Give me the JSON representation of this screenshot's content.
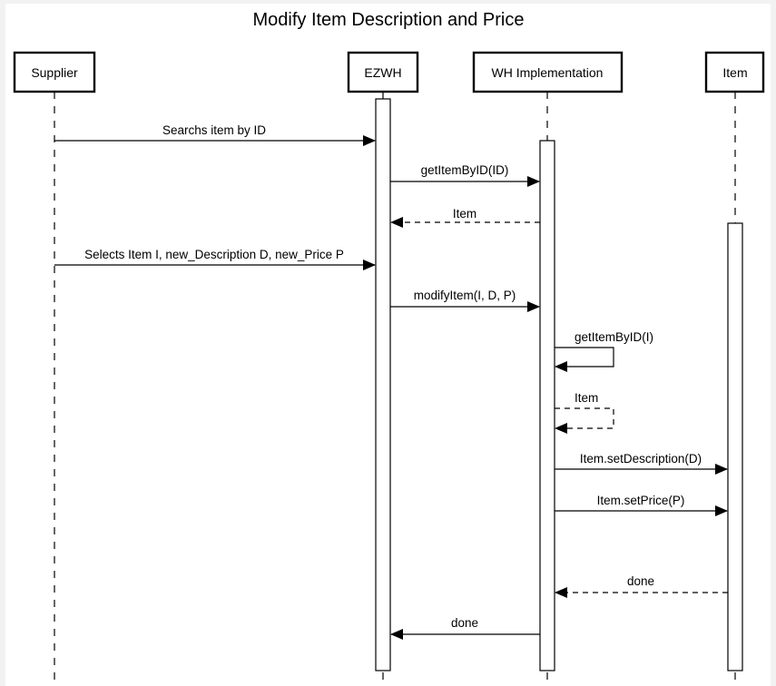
{
  "diagram": {
    "title": "Modify Item Description and Price",
    "participants": [
      {
        "id": "supplier",
        "label": "Supplier"
      },
      {
        "id": "ezwh",
        "label": "EZWH"
      },
      {
        "id": "whimpl",
        "label": "WH Implementation"
      },
      {
        "id": "item",
        "label": "Item"
      }
    ],
    "messages": [
      {
        "id": "m1",
        "label": "Searchs item by ID",
        "style": "solid"
      },
      {
        "id": "m2",
        "label": "getItemByID(ID)",
        "style": "solid"
      },
      {
        "id": "m3",
        "label": "Item",
        "style": "dashed"
      },
      {
        "id": "m4",
        "label": "Selects Item I, new_Description D, new_Price P",
        "style": "solid"
      },
      {
        "id": "m5",
        "label": "modifyItem(I, D, P)",
        "style": "solid"
      },
      {
        "id": "m6",
        "label": "getItemByID(I)",
        "style": "solid"
      },
      {
        "id": "m7",
        "label": "Item",
        "style": "dashed"
      },
      {
        "id": "m8",
        "label": "Item.setDescription(D)",
        "style": "solid"
      },
      {
        "id": "m9",
        "label": "Item.setPrice(P)",
        "style": "solid"
      },
      {
        "id": "m10",
        "label": "done",
        "style": "dashed"
      },
      {
        "id": "m11",
        "label": "done",
        "style": "solid"
      }
    ]
  }
}
